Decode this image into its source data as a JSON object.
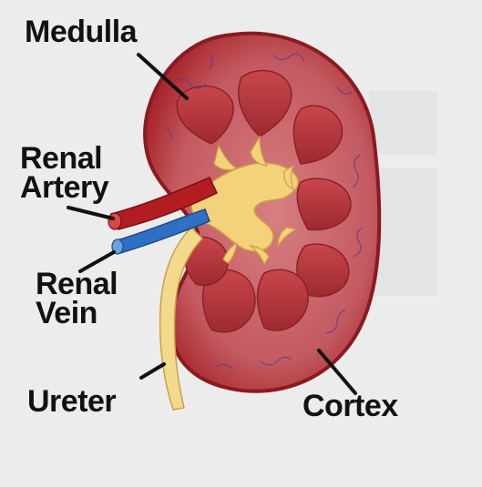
{
  "labels": {
    "medulla": "Medulla",
    "renal_artery_line1": "Renal",
    "renal_artery_line2": "Artery",
    "renal_vein_line1": "Renal",
    "renal_vein_line2": "Vein",
    "ureter": "Ureter",
    "cortex": "Cortex"
  },
  "colors": {
    "background": "#ececec",
    "kidney_outer": "#a8232a",
    "cortex_fill": "#c9626a",
    "medulla_pyramid": "#b8343c",
    "renal_pelvis": "#f3d27a",
    "artery": "#b31d22",
    "vein": "#2f6fc4",
    "ureter": "#f3d98c",
    "leader_line": "#111111"
  }
}
